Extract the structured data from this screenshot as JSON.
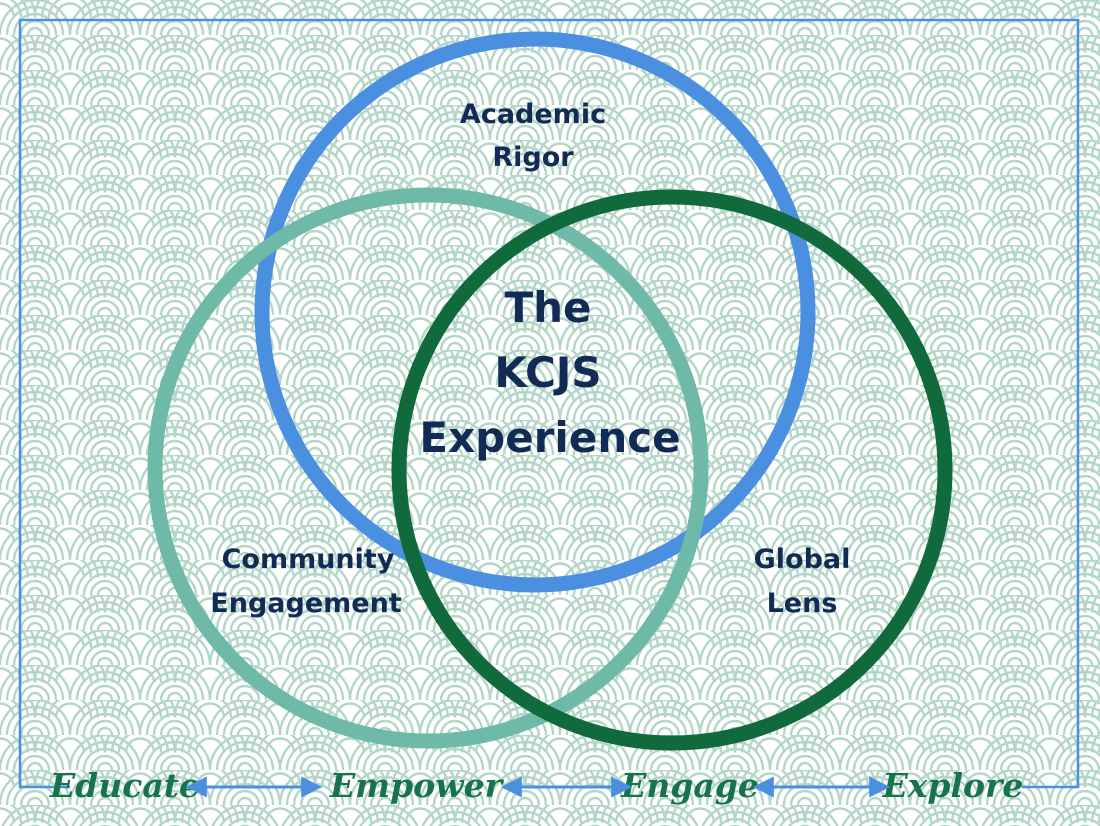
{
  "diagram": {
    "center": {
      "lines": [
        "The",
        "KCJS",
        "Experience"
      ]
    },
    "circles": [
      {
        "name": "academic-rigor",
        "lines": [
          "Academic",
          "Rigor"
        ],
        "color": "#4a8fe0"
      },
      {
        "name": "community-engagement",
        "lines": [
          "Community",
          "Engagement"
        ],
        "color": "#6fb9a8"
      },
      {
        "name": "global-lens",
        "lines": [
          "Global",
          "Lens"
        ],
        "color": "#116a3b"
      }
    ]
  },
  "footer": {
    "words": [
      "Educate",
      "Empower",
      "Engage",
      "Explore"
    ],
    "word_color": "#17744a",
    "arrow_color": "#4a8fe0"
  },
  "frame": {
    "color": "#4a8fe0"
  },
  "background": {
    "pattern": "seigaiha-waves",
    "pattern_color": "#b4d6c8"
  }
}
